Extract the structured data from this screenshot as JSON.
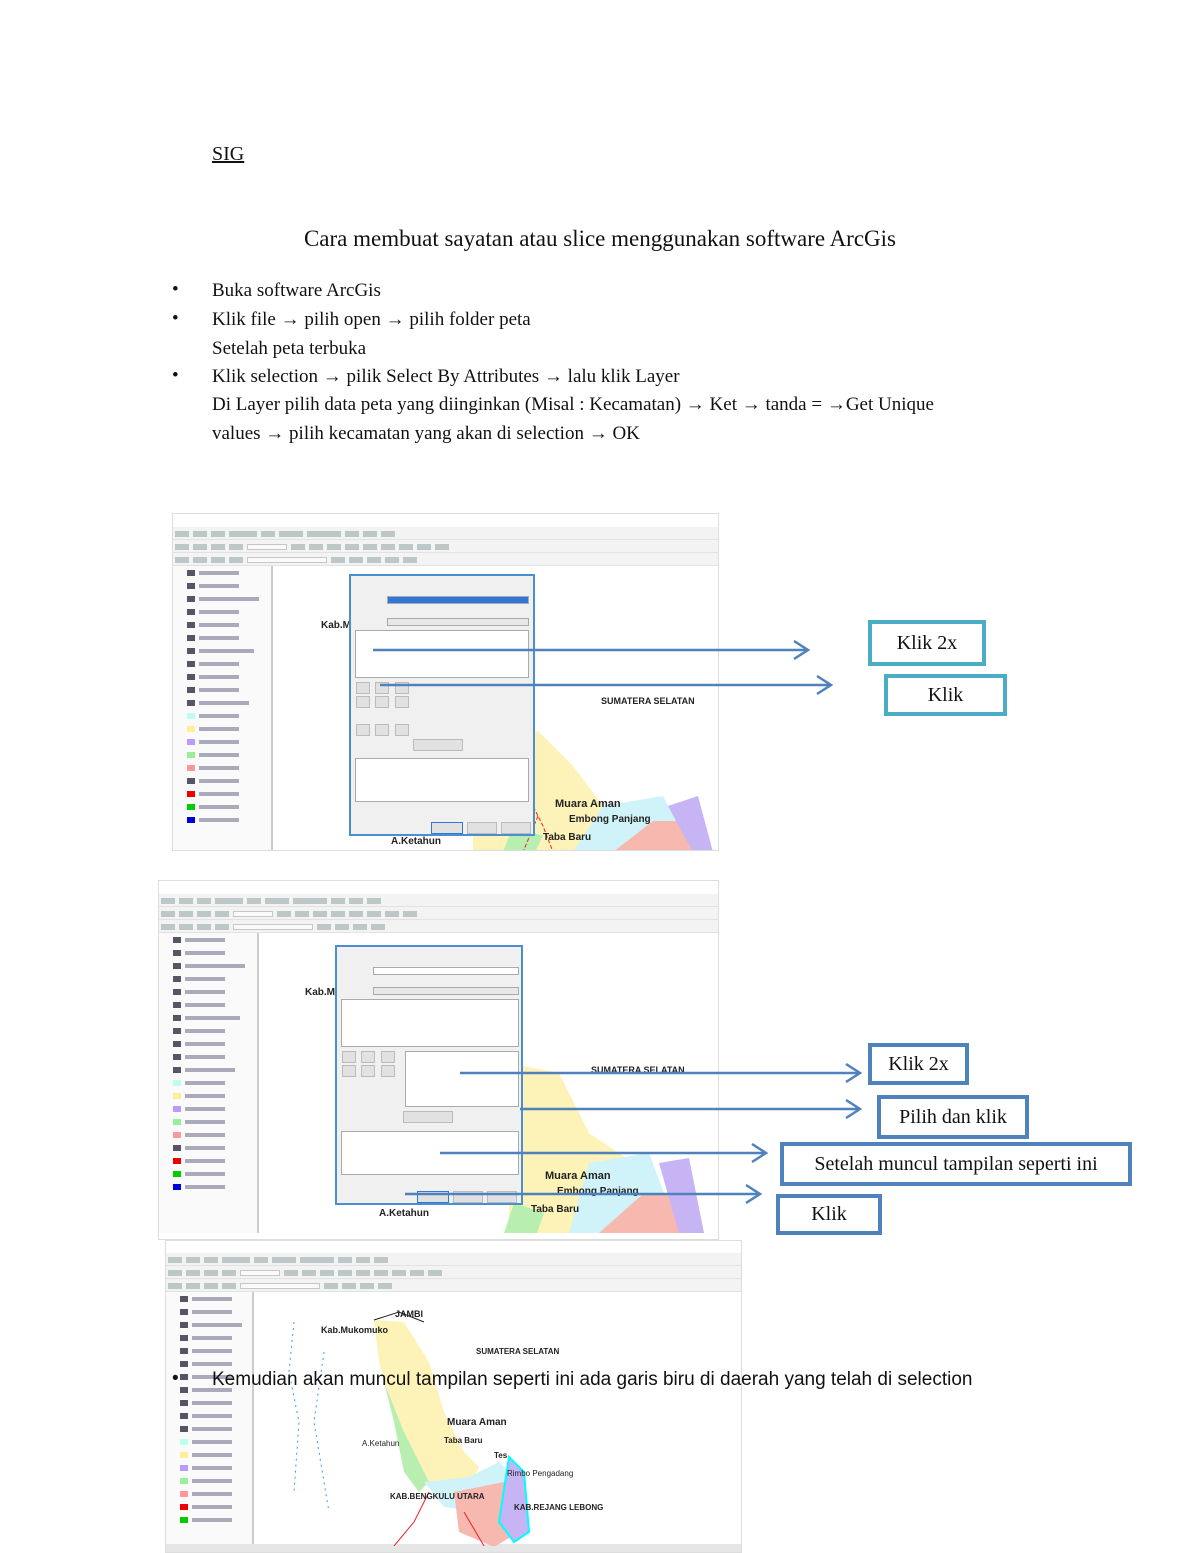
{
  "header": {
    "label": "SIG"
  },
  "title": "Cara membuat sayatan atau slice menggunakan software ArcGis",
  "steps": [
    {
      "lines": [
        "Buka software ArcGis"
      ]
    },
    {
      "lines": [
        "Klik file → pilih open → pilih folder peta",
        "Setelah peta terbuka"
      ]
    },
    {
      "lines": [
        "Klik selection → pilik Select By Attributes → lalu klik Layer",
        "Di Layer pilih data peta yang diinginkan (Misal : Kecamatan) → Ket → tanda = →Get Unique",
        "values → pilih kecamatan yang akan di selection → OK"
      ]
    }
  ],
  "screenshot1": {
    "map_labels": {
      "kab": "Kab.M",
      "prov": "SUMATERA SELATAN",
      "muara": "Muara Aman",
      "embong": "Embong Panjang",
      "taba": "Taba Baru",
      "ketahun": "A.Ketahun"
    },
    "callouts": [
      "Klik 2x",
      "Klik"
    ]
  },
  "screenshot2": {
    "map_labels": {
      "kab": "Kab.M",
      "prov": "SUMATERA SELATAN",
      "muara": "Muara Aman",
      "embong": "Embong Panjang",
      "taba": "Taba Baru",
      "ketahun": "A.Ketahun"
    },
    "callouts": [
      "Klik 2x",
      "Pilih dan klik",
      "Setelah muncul tampilan seperti ini",
      "Klik"
    ]
  },
  "screenshot3": {
    "map_labels": {
      "jambi": "JAMBI",
      "mukomuko": "Kab.Mukomuko",
      "prov": "SUMATERA SELATAN",
      "muara": "Muara Aman",
      "taba": "Taba Baru",
      "tes": "Tes",
      "ketahun": "A.Ketahun",
      "rimbo": "Rimbo Pengadang",
      "bengkulu": "KAB.BENGKULU UTARA",
      "rejang": "KAB.REJANG LEBONG"
    }
  },
  "final_step": "Kemudian akan muncul tampilan seperti ini ada garis biru di daerah yang telah di selection",
  "colors": {
    "callout_cyan": "#4bacc6",
    "callout_blue": "#4f81bd",
    "arrow": "#4f81bd"
  }
}
